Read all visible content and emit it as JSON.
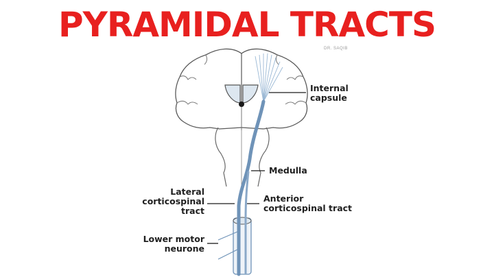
{
  "title": "PYRAMIDAL TRACTS",
  "credit": "DR. SAQIB",
  "colors": {
    "title": "#e8201f",
    "tract": "#6f93b8",
    "outline": "#555555",
    "label": "#1f1f1f"
  },
  "labels": {
    "internal_capsule": [
      "Internal",
      "capsule"
    ],
    "medulla": "Medulla",
    "lateral_corticospinal_tract": [
      "Lateral",
      "corticospinal",
      "tract"
    ],
    "anterior_corticospinal_tract": [
      "Anterior",
      "corticospinal tract"
    ],
    "lower_motor_neurone": [
      "Lower motor",
      "neurone"
    ]
  }
}
